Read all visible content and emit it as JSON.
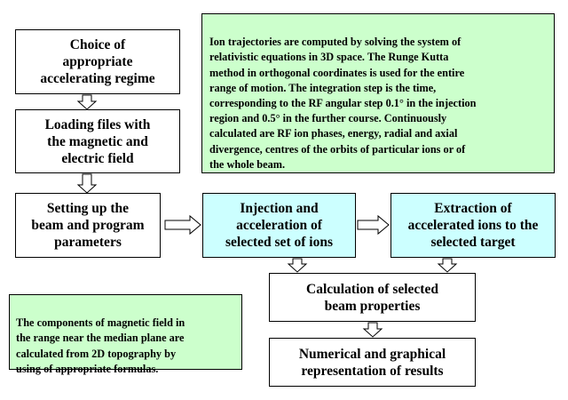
{
  "flowchart": {
    "choice_regime": "Choice of\nappropriate\naccelerating regime",
    "loading_files": "Loading files with\nthe  magnetic and\nelectric field",
    "setting_up": "Setting up the\nbeam and program\nparameters",
    "injection": "Injection and\nacceleration of\nselected set of ions",
    "extraction": "Extraction of\naccelerated ions to the\nselected target",
    "calculation": "Calculation of selected\nbeam properties",
    "representation": "Numerical and graphical\nrepresentation of results"
  },
  "notes": {
    "trajectories": "Ion trajectories are computed by solving the system of\nrelativistic equations in 3D space. The Runge Kutta\nmethod in orthogonal coordinates is used for the entire\nrange of motion. The integration step is the time,\ncorresponding to the RF angular step 0.1° in the injection\nregion and 0.5° in the further course. Continuously\ncalculated are RF ion phases, energy, radial and axial\ndivergence, centres of the orbits of particular ions or of\nthe whole beam.",
    "magnetic_field": "The components of magnetic field in\nthe range near the median plane are\ncalculated from 2D topography by\nusing of appropriate formulas."
  },
  "colors": {
    "process_box": "#ffffff",
    "highlight_box": "#ccffff",
    "note_box": "#ccffcc"
  }
}
